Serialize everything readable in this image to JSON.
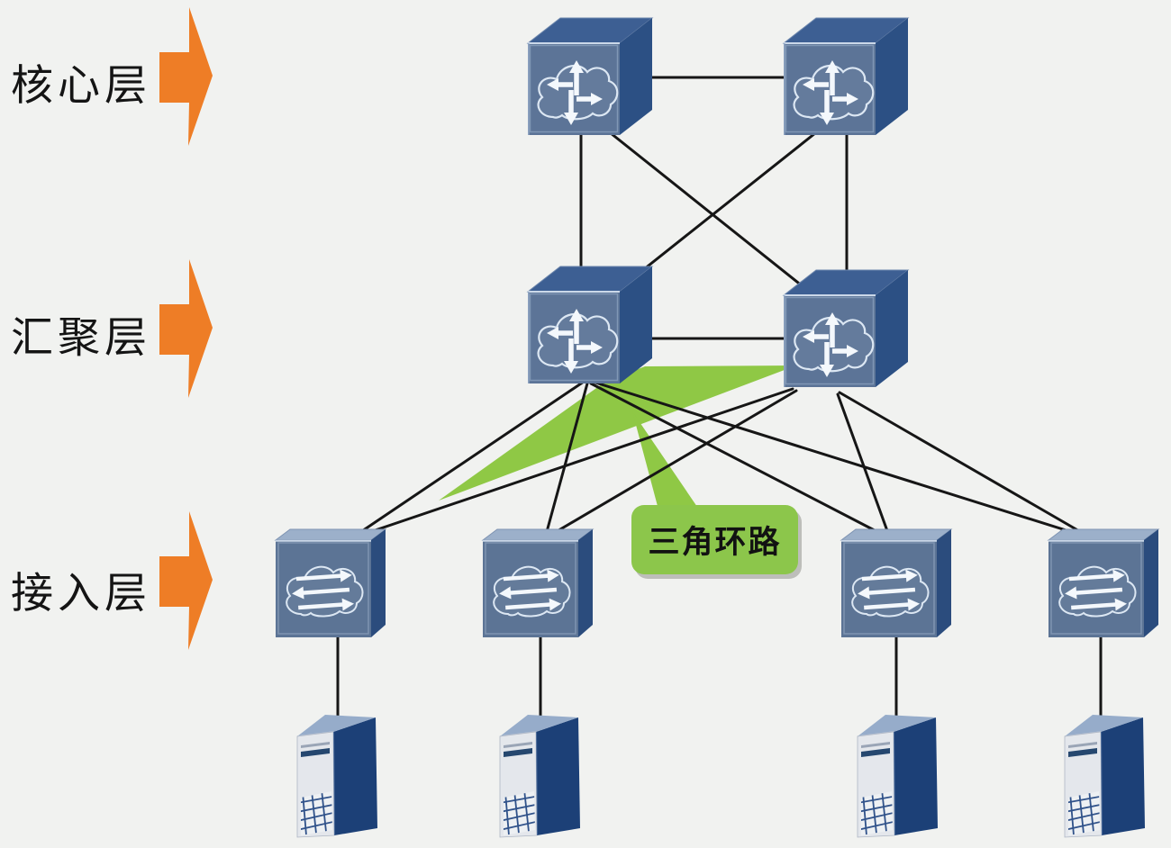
{
  "layers": [
    {
      "id": "core",
      "label": "核心层"
    },
    {
      "id": "aggregation",
      "label": "汇聚层"
    },
    {
      "id": "access",
      "label": "接入层"
    }
  ],
  "callout": {
    "label": "三角环路"
  },
  "colors": {
    "background": "#F1F2F0",
    "arrow": "#EE7D26",
    "green": "#8FC845",
    "callout_bg": "#8CC64B",
    "line": "#161616",
    "device_front": "#5C7497",
    "device_side": "#2C5084",
    "device_top": "#3D5F93",
    "switch_top": "#9CB0CA",
    "server_front": "#E4E7EC",
    "server_side": "#1C4077",
    "server_top": "#96ACCA"
  },
  "topology": {
    "nodes": {
      "core": [
        "core-router-1",
        "core-router-2"
      ],
      "aggregation": [
        "aggregation-switch-1",
        "aggregation-switch-2"
      ],
      "access": [
        "access-switch-1",
        "access-switch-2",
        "access-switch-3",
        "access-switch-4"
      ],
      "servers": [
        "server-1",
        "server-2",
        "server-3",
        "server-4"
      ]
    },
    "links": [
      [
        "core-router-1",
        "core-router-2"
      ],
      [
        "core-router-1",
        "aggregation-switch-1"
      ],
      [
        "core-router-1",
        "aggregation-switch-2"
      ],
      [
        "core-router-2",
        "aggregation-switch-1"
      ],
      [
        "core-router-2",
        "aggregation-switch-2"
      ],
      [
        "aggregation-switch-1",
        "aggregation-switch-2"
      ],
      [
        "aggregation-switch-1",
        "access-switch-1"
      ],
      [
        "aggregation-switch-1",
        "access-switch-2"
      ],
      [
        "aggregation-switch-1",
        "access-switch-3"
      ],
      [
        "aggregation-switch-1",
        "access-switch-4"
      ],
      [
        "aggregation-switch-2",
        "access-switch-1"
      ],
      [
        "aggregation-switch-2",
        "access-switch-2"
      ],
      [
        "aggregation-switch-2",
        "access-switch-3"
      ],
      [
        "aggregation-switch-2",
        "access-switch-4"
      ],
      [
        "access-switch-1",
        "server-1"
      ],
      [
        "access-switch-2",
        "server-2"
      ],
      [
        "access-switch-3",
        "server-3"
      ],
      [
        "access-switch-4",
        "server-4"
      ]
    ],
    "highlight": {
      "type": "triangle-loop",
      "nodes": [
        "aggregation-switch-1",
        "aggregation-switch-2",
        "access-switch-1"
      ],
      "label": "三角环路"
    }
  }
}
